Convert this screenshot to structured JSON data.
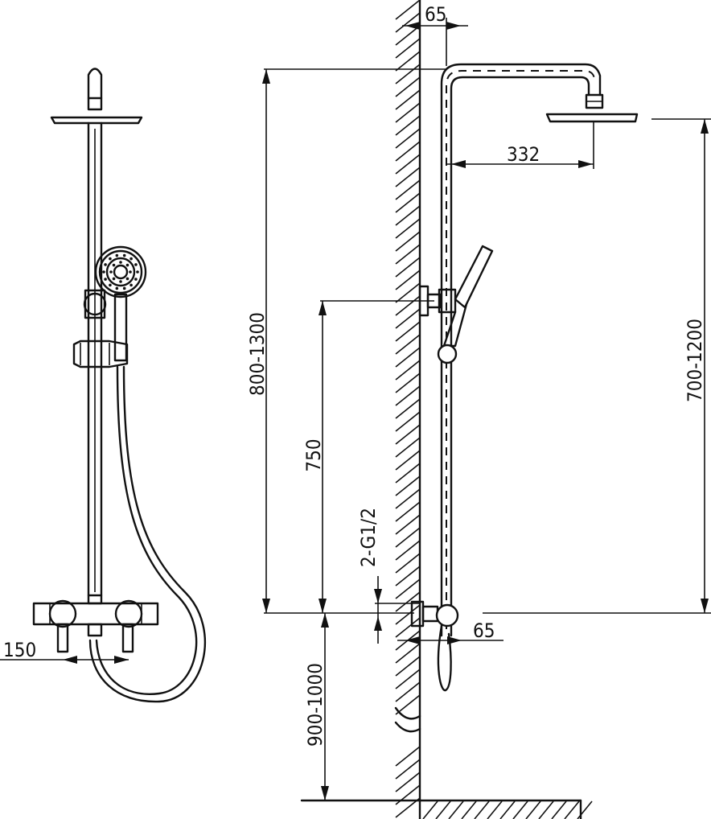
{
  "dimensions": {
    "arm_wall_offset": "65",
    "arm_length": "332",
    "arm_height": "800-1300",
    "head_height": "700-1200",
    "bracket_height": "750",
    "inlet_thread": "2-G1/2",
    "mixer_wall_offset": "65",
    "inlet_spacing": "150",
    "mixer_floor_height": "900-1000"
  }
}
